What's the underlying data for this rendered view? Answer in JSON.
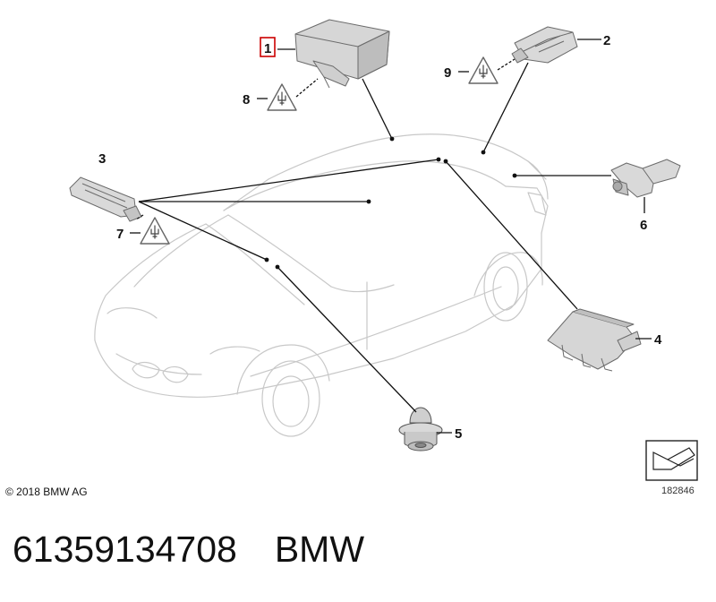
{
  "diagram": {
    "callouts": {
      "c1": "1",
      "c2": "2",
      "c3": "3",
      "c4": "4",
      "c5": "5",
      "c6": "6",
      "c7": "7",
      "c8": "8",
      "c9": "9"
    },
    "copyright": "© 2018 BMW AG",
    "reference_number": "182846"
  },
  "footer": {
    "part_number": "61359134708",
    "brand": "BMW"
  },
  "colors": {
    "outline": "#c8c8c8",
    "part_fill": "#d9d9d9",
    "part_stroke": "#6b6b6b",
    "leader": "#111111",
    "highlight_box": "#cc0000"
  }
}
